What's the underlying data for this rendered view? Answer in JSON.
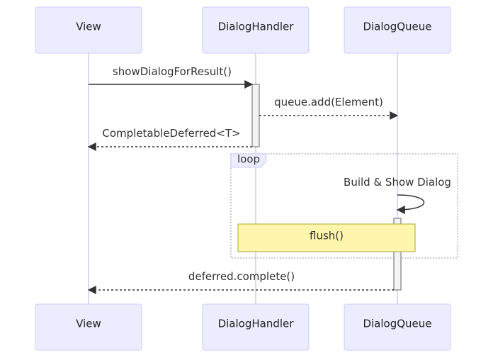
{
  "participants": {
    "view": "View",
    "handler": "DialogHandler",
    "queue": "DialogQueue"
  },
  "messages": {
    "show_dialog": "showDialogForResult()",
    "queue_add": "queue.add(Element)",
    "deferred_return": "CompletableDeferred<T>",
    "build_show": "Build & Show Dialog",
    "complete": "deferred.complete()"
  },
  "loop": {
    "label": "loop"
  },
  "note": {
    "text": "flush()"
  },
  "colors": {
    "actor_fill": "#ececff",
    "actor_border": "#ccccff",
    "note_fill": "#fff5ad",
    "line": "#333333"
  }
}
